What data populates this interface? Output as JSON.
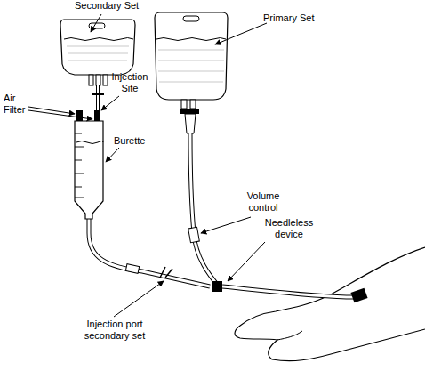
{
  "diagram": {
    "labels": [
      "Secondary Set",
      "Injection Site",
      "Air Filter",
      "Burette",
      "Primary Set",
      "Volume control",
      "Needleless device",
      "Injection port secondary set"
    ]
  }
}
